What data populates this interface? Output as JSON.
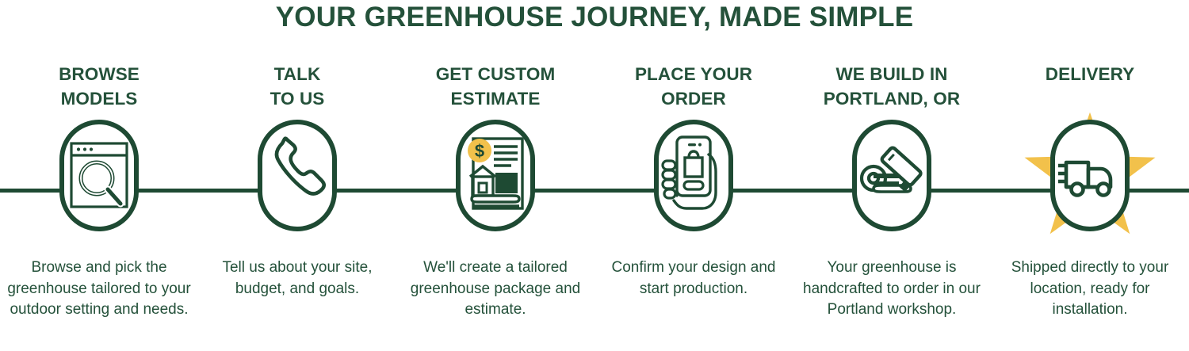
{
  "header": {
    "title": "YOUR GREENHOUSE JOURNEY, MADE SIMPLE"
  },
  "colors": {
    "green": "#1E4A33",
    "green_text": "#24513A",
    "yellow": "#F2C14B",
    "background": "#FFFFFF"
  },
  "steps": [
    {
      "label": "BROWSE\nMODELS",
      "icon": "browser-search-icon",
      "description": "Browse and pick the greenhouse tailored to your outdoor setting and needs."
    },
    {
      "label": "TALK\nTO US",
      "icon": "telephone-handset-icon",
      "description": "Tell us about your site, budget, and goals."
    },
    {
      "label": "GET CUSTOM\nESTIMATE",
      "icon": "estimate-document-dollar-icon",
      "description": "We'll create a tailored greenhouse package and estimate."
    },
    {
      "label": "PLACE YOUR\nORDER",
      "icon": "hand-holding-phone-shopping-bag-icon",
      "description": "Confirm your design and start production."
    },
    {
      "label": "WE BUILD IN\nPORTLAND, OR",
      "icon": "woodworking-plane-lumber-icon",
      "description": "Your greenhouse is handcrafted to order in our Portland workshop."
    },
    {
      "label": "DELIVERY",
      "icon": "delivery-truck-star-icon",
      "description": "Shipped directly to your location, ready for installation."
    }
  ]
}
